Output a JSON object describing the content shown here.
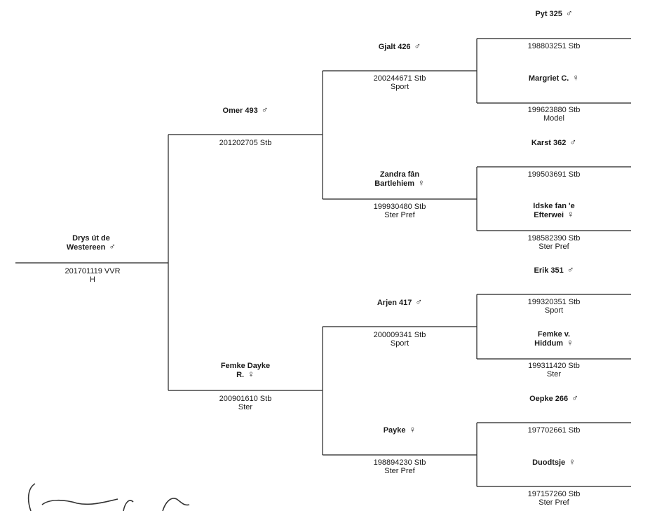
{
  "horses": {
    "subject": {
      "name": [
        "Drys út de",
        "Westereen"
      ],
      "sex": "♂",
      "reg": [
        "201701119 VVR",
        "H"
      ]
    },
    "sire": {
      "name": [
        "Omer 493"
      ],
      "sex": "♂",
      "reg": [
        "201202705 Stb"
      ]
    },
    "dam": {
      "name": [
        "Femke Dayke",
        "R."
      ],
      "sex": "♀",
      "reg": [
        "200901610 Stb",
        "Ster"
      ]
    },
    "ss": {
      "name": [
        "Gjalt 426"
      ],
      "sex": "♂",
      "reg": [
        "200244671 Stb",
        "Sport"
      ]
    },
    "sd": {
      "name": [
        "Zandra fân",
        "Bartlehiem"
      ],
      "sex": "♀",
      "reg": [
        "199930480 Stb",
        "Ster Pref"
      ]
    },
    "ds": {
      "name": [
        "Arjen 417"
      ],
      "sex": "♂",
      "reg": [
        "200009341 Stb",
        "Sport"
      ]
    },
    "dd": {
      "name": [
        "Payke"
      ],
      "sex": "♀",
      "reg": [
        "198894230 Stb",
        "Ster Pref"
      ]
    },
    "sss": {
      "name": [
        "Pyt 325"
      ],
      "sex": "♂",
      "reg": [
        "198803251 Stb"
      ]
    },
    "ssd": {
      "name": [
        "Margriet C."
      ],
      "sex": "♀",
      "reg": [
        "199623880 Stb",
        "Model"
      ]
    },
    "sds": {
      "name": [
        "Karst 362"
      ],
      "sex": "♂",
      "reg": [
        "199503691 Stb"
      ]
    },
    "sdd": {
      "name": [
        "Idske fan 'e",
        "Efterwei"
      ],
      "sex": "♀",
      "reg": [
        "198582390 Stb",
        "Ster Pref"
      ]
    },
    "dss": {
      "name": [
        "Erik 351"
      ],
      "sex": "♂",
      "reg": [
        "199320351 Stb",
        "Sport"
      ]
    },
    "dsd": {
      "name": [
        "Femke v.",
        "Hiddum"
      ],
      "sex": "♀",
      "reg": [
        "199311420 Stb",
        "Ster"
      ]
    },
    "dds": {
      "name": [
        "Oepke 266"
      ],
      "sex": "♂",
      "reg": [
        "197702661 Stb"
      ]
    },
    "ddd": {
      "name": [
        "Duodtsje"
      ],
      "sex": "♀",
      "reg": [
        "197157260 Stb",
        "Ster Pref"
      ]
    }
  }
}
